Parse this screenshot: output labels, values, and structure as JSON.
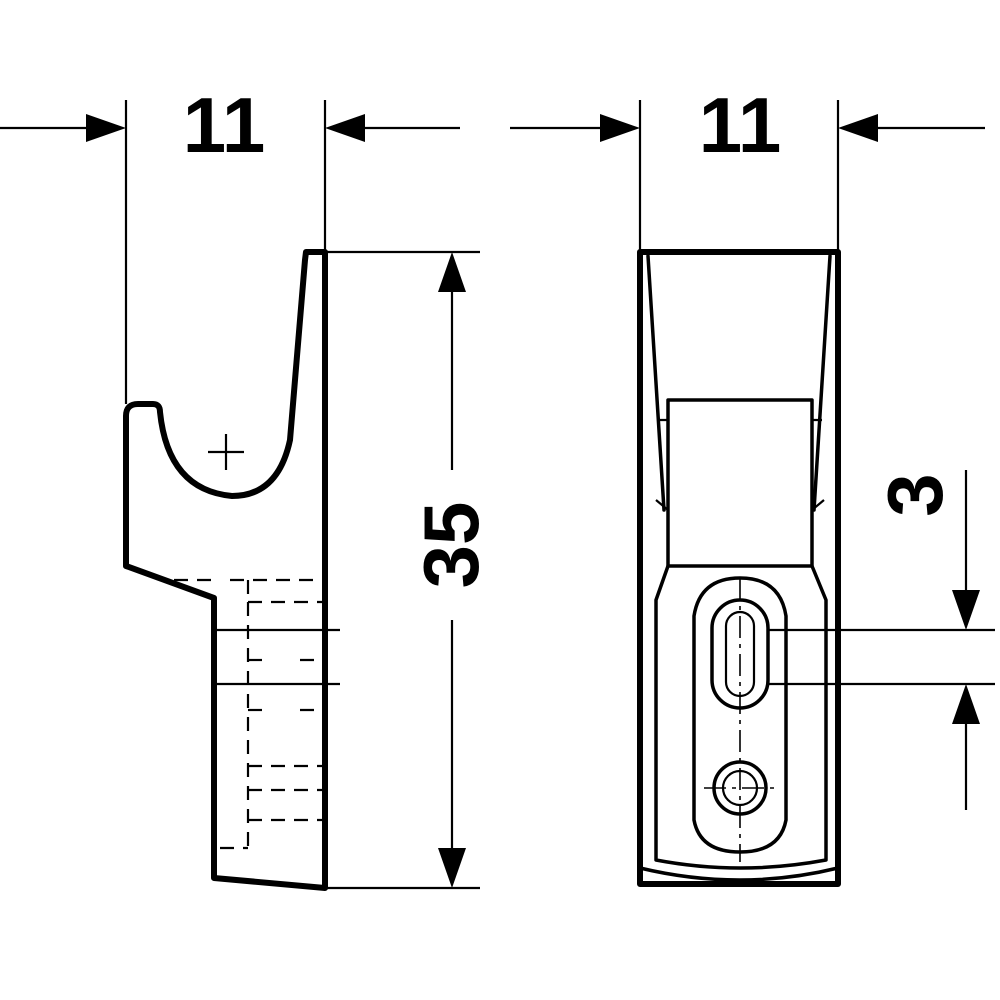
{
  "dimensions": {
    "side_width": "11",
    "front_width": "11",
    "height": "35",
    "slot_offset": "3"
  },
  "colors": {
    "line": "#000000",
    "background": "#ffffff"
  }
}
